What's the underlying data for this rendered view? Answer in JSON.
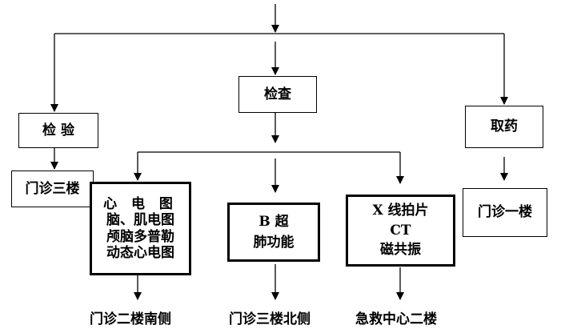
{
  "nodes": {
    "lab": "检 验",
    "exam": "检查",
    "medicine": "取药",
    "lab_location": "门诊三楼",
    "medicine_location": "门诊一楼",
    "ecg_group": {
      "lines": [
        "心 电 图",
        "脑、肌电图",
        "颅脑多普勒",
        "动态心电图"
      ]
    },
    "ultrasound_group": {
      "lines": [
        "B 超",
        "肺功能"
      ]
    },
    "xray_group": {
      "lines": [
        "X 线拍片",
        "CT",
        "磁共振"
      ]
    }
  },
  "destinations": {
    "ecg": "门诊二楼南侧",
    "ultrasound": "门诊三楼北侧",
    "xray": "急救中心二楼"
  }
}
